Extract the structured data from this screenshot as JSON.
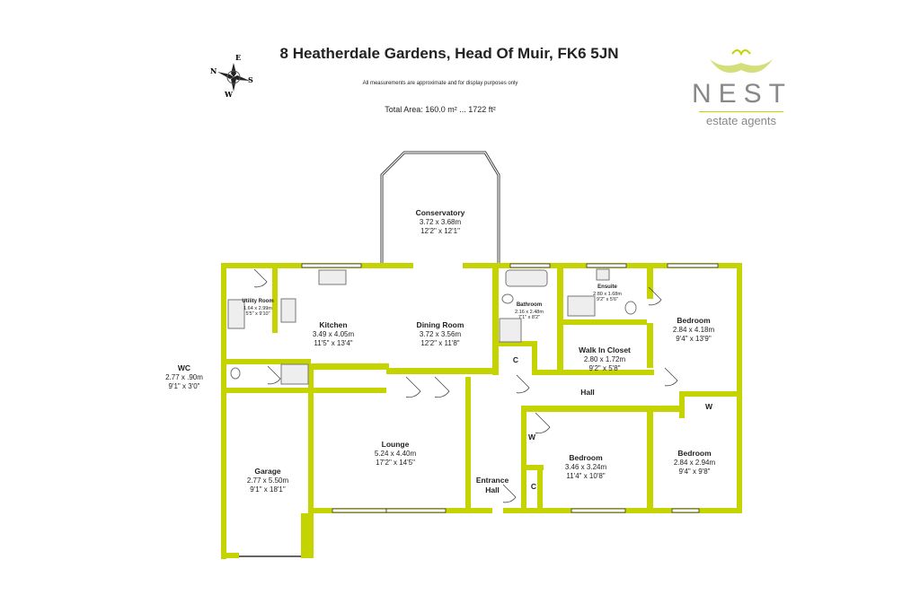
{
  "header": {
    "title": "8 Heatherdale Gardens, Head Of Muir, FK6 5JN",
    "disclaimer": "All measurements are approximate and for display purposes only",
    "total_area": "Total Area: 160.0 m² ... 1722 ft²"
  },
  "compass": {
    "n": "N",
    "e": "E",
    "s": "S",
    "w": "W"
  },
  "logo": {
    "name": "NEST",
    "tagline": "estate agents"
  },
  "colors": {
    "wall": "#c5d300",
    "line": "#333333"
  },
  "rooms": [
    {
      "id": "conservatory",
      "name": "Conservatory",
      "metric": "3.72 x 3.68m",
      "imperial": "12'2\" x 12'1\""
    },
    {
      "id": "utility",
      "name": "Utility Room",
      "metric": "1.64 x 2.99m",
      "imperial": "5'5\" x 9'10\""
    },
    {
      "id": "kitchen",
      "name": "Kitchen",
      "metric": "3.49 x 4.05m",
      "imperial": "11'5\" x 13'4\""
    },
    {
      "id": "dining",
      "name": "Dining Room",
      "metric": "3.72 x 3.56m",
      "imperial": "12'2\" x 11'8\""
    },
    {
      "id": "bathroom",
      "name": "Bathroom",
      "metric": "2.16 x 2.48m",
      "imperial": "7'1\" x 8'2\""
    },
    {
      "id": "ensuite",
      "name": "Ensuite",
      "metric": "2.80 x 1.68m",
      "imperial": "9'2\" x 5'6\""
    },
    {
      "id": "bedroom1",
      "name": "Bedroom",
      "metric": "2.84 x 4.18m",
      "imperial": "9'4\" x 13'9\""
    },
    {
      "id": "closet",
      "name": "Walk In Closet",
      "metric": "2.80 x 1.72m",
      "imperial": "9'2\" x 5'8\""
    },
    {
      "id": "wc",
      "name": "WC",
      "metric": "2.77 x .90m",
      "imperial": "9'1\" x 3'0\""
    },
    {
      "id": "garage",
      "name": "Garage",
      "metric": "2.77 x 5.50m",
      "imperial": "9'1\" x 18'1\""
    },
    {
      "id": "lounge",
      "name": "Lounge",
      "metric": "5.24 x 4.40m",
      "imperial": "17'2\" x 14'5\""
    },
    {
      "id": "bedroom2",
      "name": "Bedroom",
      "metric": "3.46 x 3.24m",
      "imperial": "11'4\" x 10'8\""
    },
    {
      "id": "bedroom3",
      "name": "Bedroom",
      "metric": "2.84 x 2.94m",
      "imperial": "9'4\" x 9'8\""
    }
  ],
  "labels": {
    "hall": "Hall",
    "entrance": "Entrance Hall",
    "c": "C",
    "w": "W"
  }
}
